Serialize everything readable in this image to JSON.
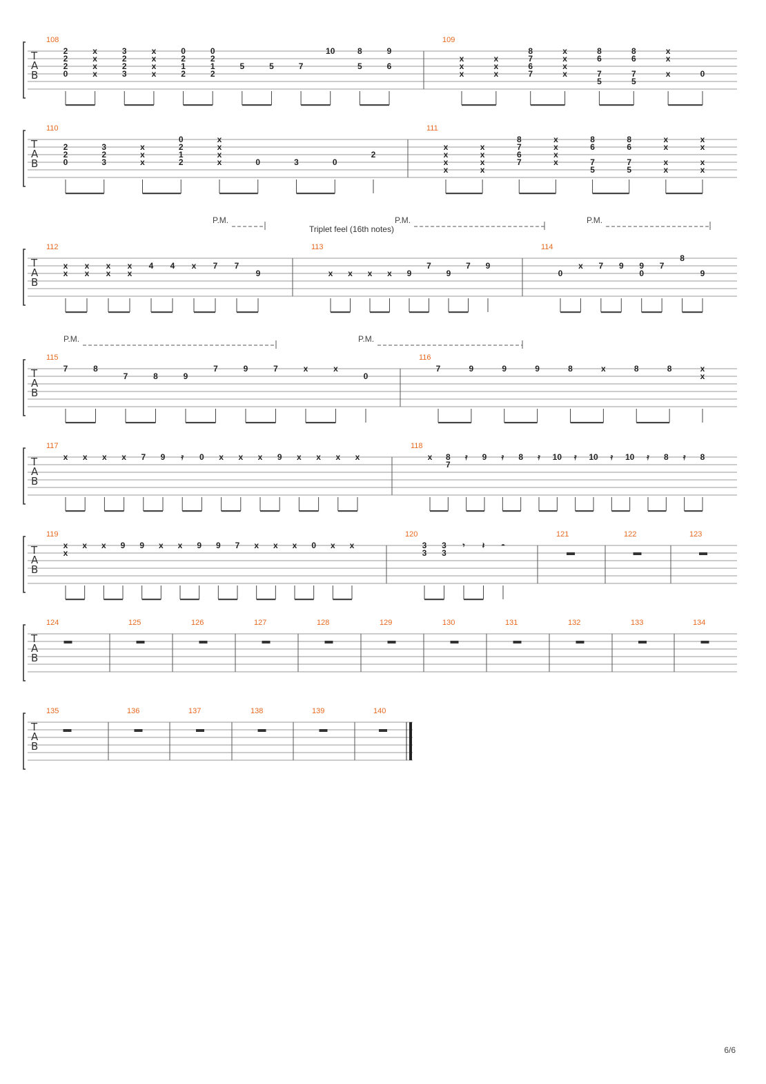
{
  "page": {
    "number": "6/6"
  },
  "tab_clef": [
    "T",
    "A",
    "B"
  ],
  "labels": {
    "pm": "P.M.",
    "rest": "𝄼",
    "triplet_feel": "Triplet feel (16th notes)"
  },
  "systems": [
    {
      "measures": [
        {
          "num": "108",
          "chords": [
            [
              "2",
              "2",
              "2",
              "0"
            ],
            [
              "x",
              "x",
              "x",
              "x"
            ],
            [
              "3",
              "2",
              "2",
              "3"
            ],
            [
              "x",
              "x",
              "x",
              "x"
            ],
            [
              "0",
              "2",
              "1",
              "2"
            ],
            [
              "0",
              "2",
              "1",
              "2"
            ],
            [
              "",
              "",
              "5",
              ""
            ],
            [
              "",
              "",
              "5",
              ""
            ],
            [
              "",
              "",
              "7",
              ""
            ],
            [
              "10",
              "",
              "",
              ""
            ],
            [
              "8",
              "",
              "5",
              ""
            ],
            [
              "9",
              "",
              "6",
              ""
            ]
          ]
        },
        {
          "num": "109",
          "chords": [
            [
              "",
              "x",
              "x",
              "x"
            ],
            [
              "",
              "x",
              "x",
              "x"
            ],
            [
              "8",
              "7",
              "6",
              "7"
            ],
            [
              "x",
              "x",
              "x",
              "x"
            ],
            [
              "8",
              "6",
              "",
              "7 5"
            ],
            [
              "8",
              "6",
              "",
              "7 5"
            ],
            [
              "x",
              "x",
              "",
              "x"
            ],
            [
              "",
              "",
              "",
              "0"
            ]
          ]
        }
      ]
    },
    {
      "measures": [
        {
          "num": "110",
          "chords": [
            [
              "",
              "2",
              "2",
              "0"
            ],
            [
              "",
              "3",
              "2",
              "3"
            ],
            [
              "",
              "x",
              "x",
              "x"
            ],
            [
              "0",
              "2",
              "1",
              "2"
            ],
            [
              "x",
              "x",
              "x",
              "x"
            ],
            [
              "",
              "",
              "",
              "0"
            ],
            [
              "",
              "",
              "",
              "3"
            ],
            [
              "",
              "",
              "",
              "0"
            ],
            [
              "",
              "",
              "2",
              ""
            ]
          ]
        },
        {
          "num": "111",
          "chords": [
            [
              "",
              "x",
              "x",
              "x x"
            ],
            [
              "",
              "x",
              "x",
              "x x"
            ],
            [
              "8",
              "7",
              "6",
              "7"
            ],
            [
              "x",
              "x",
              "x",
              "x"
            ],
            [
              "8",
              "6",
              "",
              "7 5"
            ],
            [
              "8",
              "6",
              "",
              "7 5"
            ],
            [
              "x",
              "x",
              "",
              "x x"
            ],
            [
              "x",
              "x",
              "",
              "x x"
            ]
          ]
        }
      ]
    },
    {
      "measures": [
        {
          "num": "112",
          "chords": [
            [
              "",
              "x",
              "x",
              ""
            ],
            [
              "",
              "x",
              "x",
              ""
            ],
            [
              "",
              "x",
              "x",
              ""
            ],
            [
              "",
              "x",
              "x",
              ""
            ],
            [
              "",
              "4",
              "",
              ""
            ],
            [
              "",
              "4",
              "",
              ""
            ],
            [
              "",
              "x",
              "",
              ""
            ],
            [
              "",
              "7",
              "",
              ""
            ],
            [
              "",
              "7",
              "",
              ""
            ],
            [
              "",
              "",
              "9",
              ""
            ]
          ]
        },
        {
          "num": "113",
          "chords": [
            [
              "",
              "",
              "x",
              ""
            ],
            [
              "",
              "",
              "x",
              ""
            ],
            [
              "",
              "",
              "x",
              ""
            ],
            [
              "",
              "",
              "x",
              ""
            ],
            [
              "",
              "",
              "9",
              ""
            ],
            [
              "",
              "7",
              "",
              ""
            ],
            [
              "",
              "",
              "9",
              ""
            ],
            [
              "",
              "7",
              "",
              ""
            ],
            [
              "",
              "9",
              "",
              ""
            ]
          ]
        },
        {
          "num": "114",
          "chords": [
            [
              "",
              "",
              "0",
              ""
            ],
            [
              "",
              "x",
              "",
              ""
            ],
            [
              "",
              "7",
              "",
              ""
            ],
            [
              "",
              "9",
              "",
              ""
            ],
            [
              "",
              "9",
              "0",
              ""
            ],
            [
              "",
              "7",
              "",
              ""
            ],
            [
              "8",
              "",
              "",
              ""
            ],
            [
              "",
              "",
              "9",
              ""
            ]
          ]
        }
      ]
    },
    {
      "measures": [
        {
          "num": "115",
          "chords": [
            [
              "7",
              "",
              ""
            ],
            [
              "8",
              "",
              ""
            ],
            [
              "",
              "7",
              ""
            ],
            [
              "",
              "8",
              ""
            ],
            [
              "",
              "9",
              ""
            ],
            [
              "7",
              "",
              ""
            ],
            [
              "9",
              "",
              ""
            ],
            [
              "7",
              "",
              ""
            ],
            [
              "x",
              "",
              ""
            ],
            [
              "x",
              "",
              ""
            ],
            [
              "",
              "0",
              ""
            ]
          ]
        },
        {
          "num": "116",
          "chords": [
            [
              "7",
              "",
              ""
            ],
            [
              "9",
              "",
              ""
            ],
            [
              "9",
              "",
              ""
            ],
            [
              "9",
              "",
              ""
            ],
            [
              "8",
              "",
              ""
            ],
            [
              "x",
              "",
              ""
            ],
            [
              "8",
              "",
              ""
            ],
            [
              "8",
              "",
              ""
            ],
            [
              "x",
              "x",
              ""
            ]
          ]
        }
      ]
    },
    {
      "measures": [
        {
          "num": "117",
          "chords": [
            [
              "x"
            ],
            [
              "x"
            ],
            [
              "x"
            ],
            [
              "x"
            ],
            [
              "7"
            ],
            [
              "9"
            ],
            [
              "𝄿"
            ],
            [
              "0"
            ],
            [
              "x"
            ],
            [
              "x"
            ],
            [
              "x"
            ],
            [
              "9"
            ],
            [
              "x"
            ],
            [
              "x"
            ],
            [
              "x"
            ],
            [
              "x"
            ]
          ]
        },
        {
          "num": "118",
          "chords": [
            [
              "x"
            ],
            [
              "8 7"
            ],
            [
              "𝄿"
            ],
            [
              "9"
            ],
            [
              "𝄿"
            ],
            [
              "8"
            ],
            [
              "𝄿"
            ],
            [
              "10"
            ],
            [
              "𝄿"
            ],
            [
              "10"
            ],
            [
              "𝄿"
            ],
            [
              "10"
            ],
            [
              "𝄿"
            ],
            [
              "8"
            ],
            [
              "𝄿"
            ],
            [
              "8"
            ]
          ]
        }
      ]
    },
    {
      "measures": [
        {
          "num": "119",
          "chords": [
            [
              "x x"
            ],
            [
              "x"
            ],
            [
              "x"
            ],
            [
              "9"
            ],
            [
              "9"
            ],
            [
              "x"
            ],
            [
              "x"
            ],
            [
              "9"
            ],
            [
              "9"
            ],
            [
              "7"
            ],
            [
              "x"
            ],
            [
              "x"
            ],
            [
              "x"
            ],
            [
              "0"
            ],
            [
              "x"
            ],
            [
              "x"
            ]
          ]
        },
        {
          "num": "120",
          "chords": [
            [
              "3 3"
            ],
            [
              "3 3"
            ],
            [
              "𝄾"
            ],
            [
              "𝄽"
            ],
            [
              "𝄼"
            ]
          ]
        },
        {
          "num": "121"
        },
        {
          "num": "122"
        },
        {
          "num": "123"
        }
      ]
    },
    {
      "measures": [
        {
          "num": "124"
        },
        {
          "num": "125"
        },
        {
          "num": "126"
        },
        {
          "num": "127"
        },
        {
          "num": "128"
        },
        {
          "num": "129"
        },
        {
          "num": "130"
        },
        {
          "num": "131"
        },
        {
          "num": "132"
        },
        {
          "num": "133"
        },
        {
          "num": "134"
        }
      ]
    },
    {
      "measures": [
        {
          "num": "135"
        },
        {
          "num": "136"
        },
        {
          "num": "137"
        },
        {
          "num": "138"
        },
        {
          "num": "139"
        },
        {
          "num": "140"
        }
      ]
    }
  ]
}
